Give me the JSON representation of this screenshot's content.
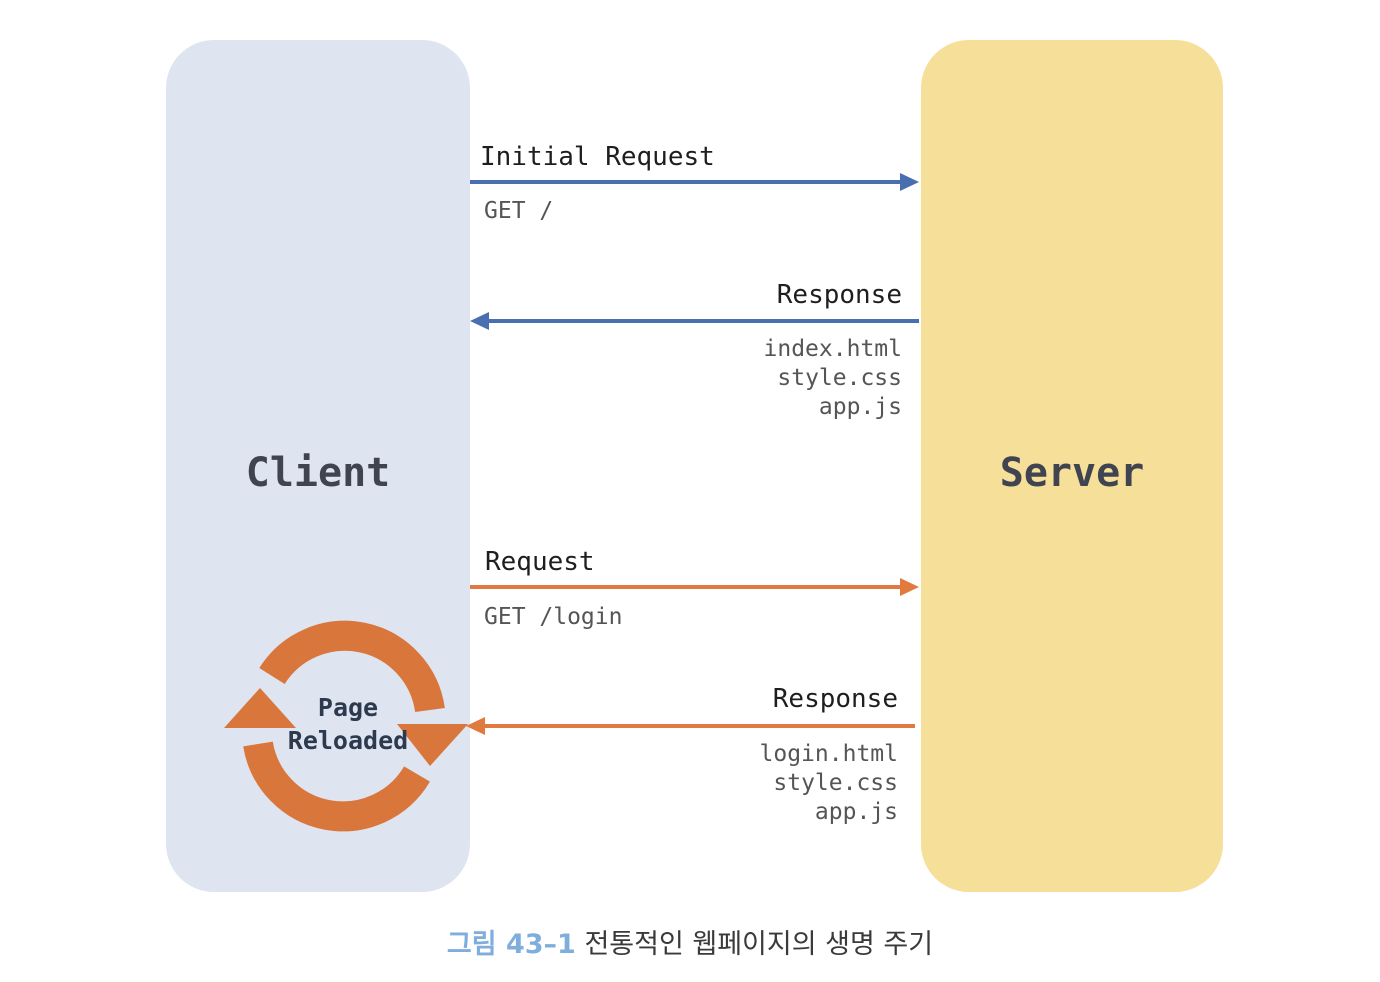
{
  "client": {
    "title": "Client"
  },
  "server": {
    "title": "Server"
  },
  "messages": [
    {
      "label": "Initial Request",
      "detail": [
        "GET /"
      ],
      "direction": "client-to-server",
      "color": "#4a6fb0"
    },
    {
      "label": "Response",
      "detail": [
        "index.html",
        "style.css",
        "app.js"
      ],
      "direction": "server-to-client",
      "color": "#4a6fb0"
    },
    {
      "label": "Request",
      "detail": [
        "GET /login"
      ],
      "direction": "client-to-server",
      "color": "#e07a3e"
    },
    {
      "label": "Response",
      "detail": [
        "login.html",
        "style.css",
        "app.js"
      ],
      "direction": "server-to-client",
      "color": "#e07a3e"
    }
  ],
  "reload_cycle": {
    "line1": "Page",
    "line2": "Reloaded",
    "color": "#d9763b"
  },
  "caption": {
    "figure": "그림 43–1",
    "text": "전통적인 웹페이지의 생명 주기"
  },
  "colors": {
    "client_lane": "#dfe4f1",
    "server_lane": "#f6df99"
  }
}
